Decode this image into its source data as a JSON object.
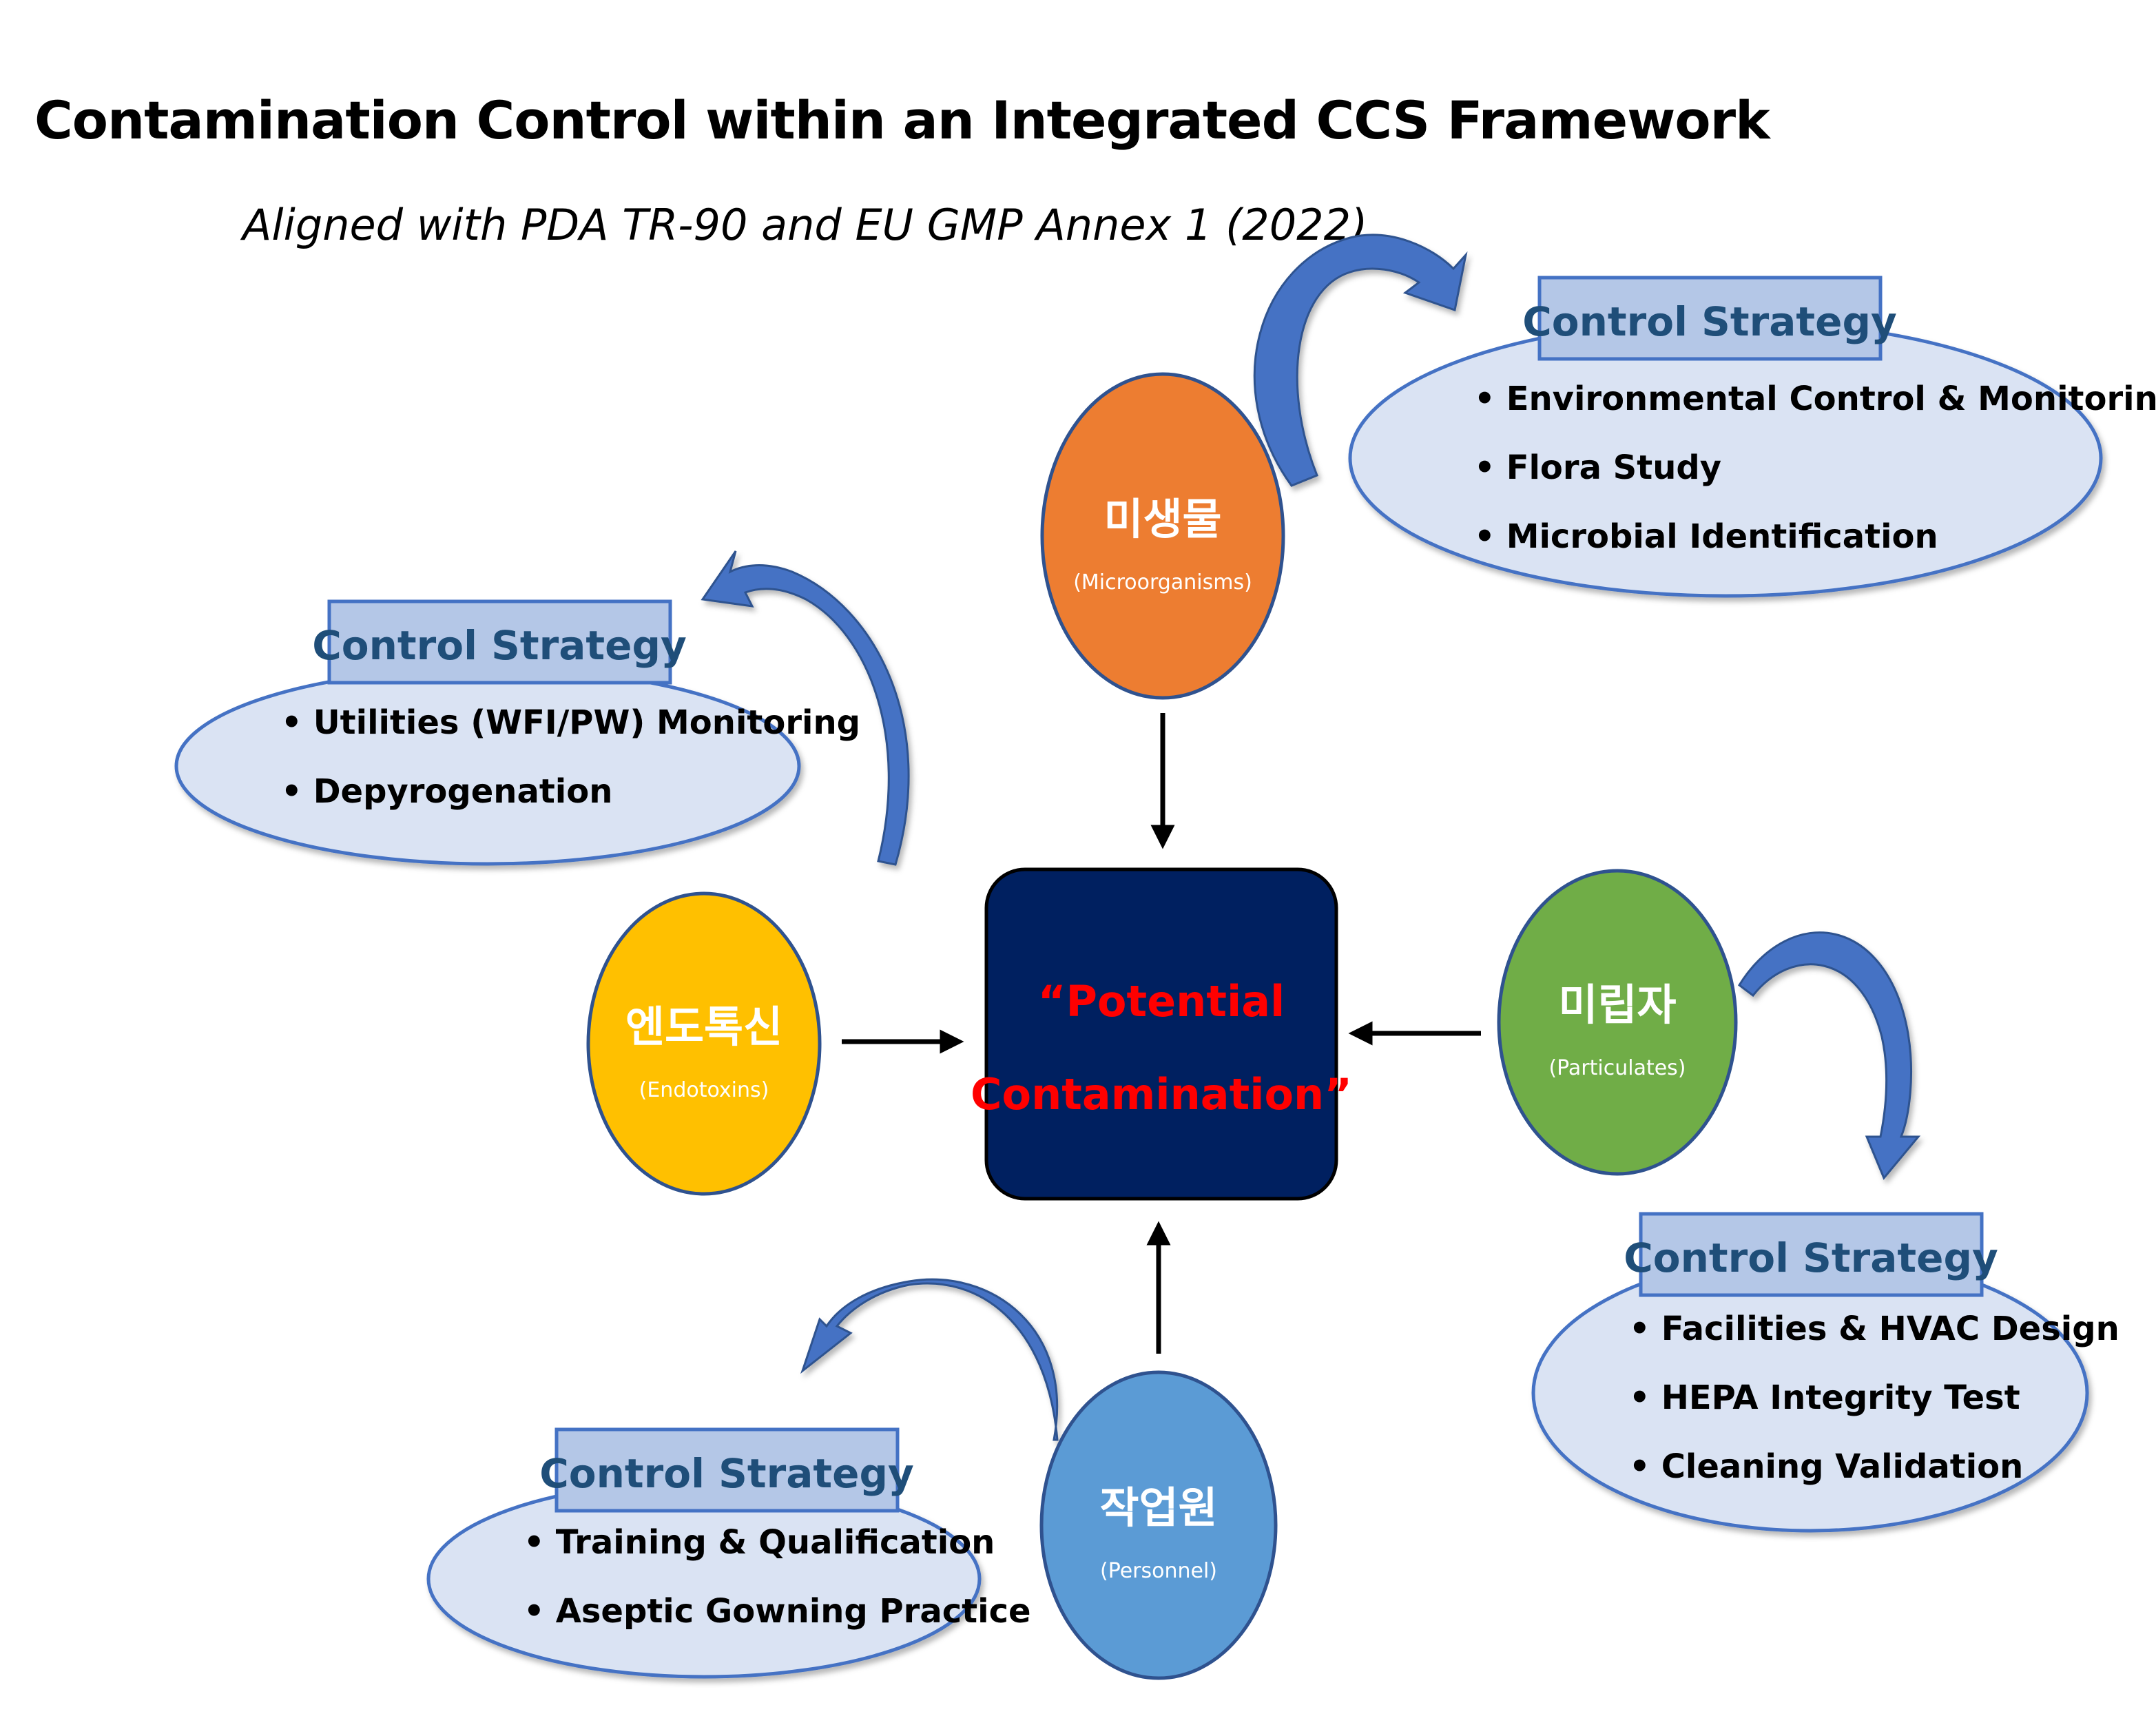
{
  "title": "Contamination Control within an Integrated CCS Framework",
  "subtitle": "Aligned with PDA TR-90 and EU GMP Annex 1 (2022)",
  "center": {
    "line1": "“Potential",
    "line2": "Contamination”"
  },
  "sources": {
    "microorganisms": {
      "name": "미생물",
      "english": "(Microorganisms)"
    },
    "endotoxins": {
      "name": "엔도톡신",
      "english": "(Endotoxins)"
    },
    "particulates": {
      "name": "미립자",
      "english": "(Particulates)"
    },
    "personnel": {
      "name": "작업원",
      "english": "(Personnel)"
    }
  },
  "strategies": {
    "microorganisms": {
      "header": "Control Strategy",
      "items": [
        "Environmental Control & Monitoring",
        "Flora Study",
        "Microbial Identification"
      ]
    },
    "endotoxins": {
      "header": "Control Strategy",
      "items": [
        "Utilities (WFI/PW) Monitoring",
        "Depyrogenation"
      ]
    },
    "particulates": {
      "header": "Control Strategy",
      "items": [
        "Facilities & HVAC Design",
        "HEPA Integrity Test",
        "Cleaning Validation"
      ]
    },
    "personnel": {
      "header": "Control Strategy",
      "items": [
        "Training & Qualification",
        "Aseptic Gowning Practice"
      ]
    }
  },
  "bullet": "•",
  "colors": {
    "microorganisms": "#ED7D31",
    "endotoxins": "#FFC000",
    "particulates": "#70AD47",
    "personnel": "#5B9BD5",
    "center_fill": "#002060",
    "center_text": "#FF0000",
    "ellipse_fill": "#DAE3F3",
    "ellipse_stroke": "#4472C4",
    "header_fill": "#B4C7E7",
    "header_text": "#1F4E79",
    "curve_arrow": "#4472C4",
    "circle_stroke": "#2F528F"
  }
}
